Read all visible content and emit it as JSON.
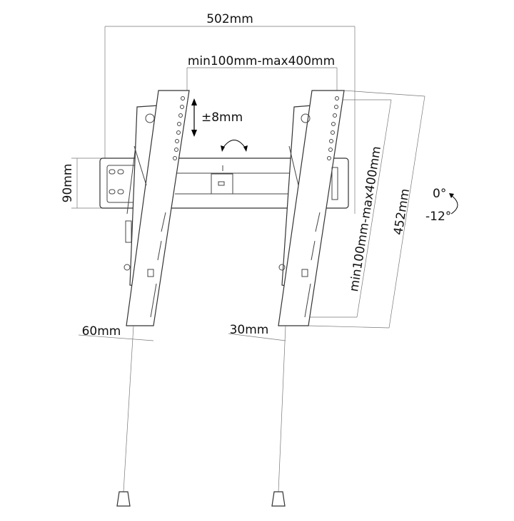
{
  "dimensions": {
    "overall_width": "502mm",
    "vesa_horizontal": "min100mm-max400mm",
    "height_adjust": "±8mm",
    "plate_height": "90mm",
    "vesa_vertical": "min100mm-max400mm",
    "bracket_length": "452mm",
    "depth_left": "60mm",
    "depth_right": "30mm"
  },
  "tilt": {
    "max": "0°",
    "min": "-12°"
  }
}
